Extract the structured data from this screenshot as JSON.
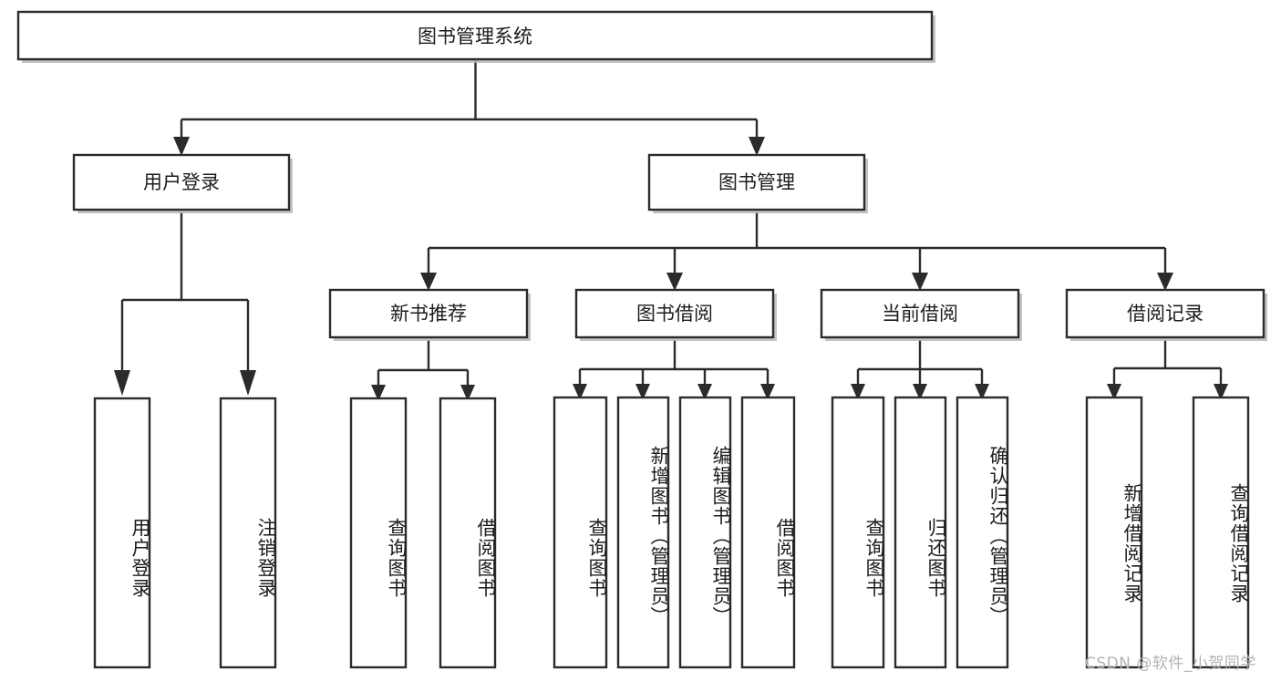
{
  "diagram": {
    "type": "tree-hierarchy",
    "title": "图书管理系统",
    "orientation": "top-down",
    "colors": {
      "node_fill": "#ffffff",
      "node_stroke": "#2b2b2b",
      "edge": "#2b2b2b",
      "text": "#1c1c1c",
      "shadow": "#b9b9b9",
      "watermark": "#b3b3b3"
    },
    "root": {
      "label": "图书管理系统",
      "orientation": "horizontal"
    },
    "level2": [
      {
        "label": "用户登录",
        "orientation": "horizontal"
      },
      {
        "label": "图书管理",
        "orientation": "horizontal"
      }
    ],
    "level3": [
      {
        "label": "新书推荐",
        "orientation": "horizontal"
      },
      {
        "label": "图书借阅",
        "orientation": "horizontal"
      },
      {
        "label": "当前借阅",
        "orientation": "horizontal"
      },
      {
        "label": "借阅记录",
        "orientation": "horizontal"
      }
    ],
    "leaves": {
      "user_login": [
        {
          "label": "用户登录",
          "orientation": "vertical"
        },
        {
          "label": "注销登录",
          "orientation": "vertical"
        }
      ],
      "new_book_recommend": [
        {
          "label": "查询图书",
          "orientation": "vertical"
        },
        {
          "label": "借阅图书",
          "orientation": "vertical"
        }
      ],
      "book_borrow": [
        {
          "label": "查询图书",
          "orientation": "vertical"
        },
        {
          "label": "新增图书（管理员）",
          "orientation": "vertical"
        },
        {
          "label": "编辑图书（管理员）",
          "orientation": "vertical"
        },
        {
          "label": "借阅图书",
          "orientation": "vertical"
        }
      ],
      "current_borrow": [
        {
          "label": "查询图书",
          "orientation": "vertical"
        },
        {
          "label": "归还图书",
          "orientation": "vertical"
        },
        {
          "label": "确认归还（管理员）",
          "orientation": "vertical"
        }
      ],
      "borrow_record": [
        {
          "label": "新增借阅记录",
          "orientation": "vertical"
        },
        {
          "label": "查询借阅记录",
          "orientation": "vertical"
        }
      ]
    },
    "watermark": "CSDN @软件_小贺同学"
  }
}
